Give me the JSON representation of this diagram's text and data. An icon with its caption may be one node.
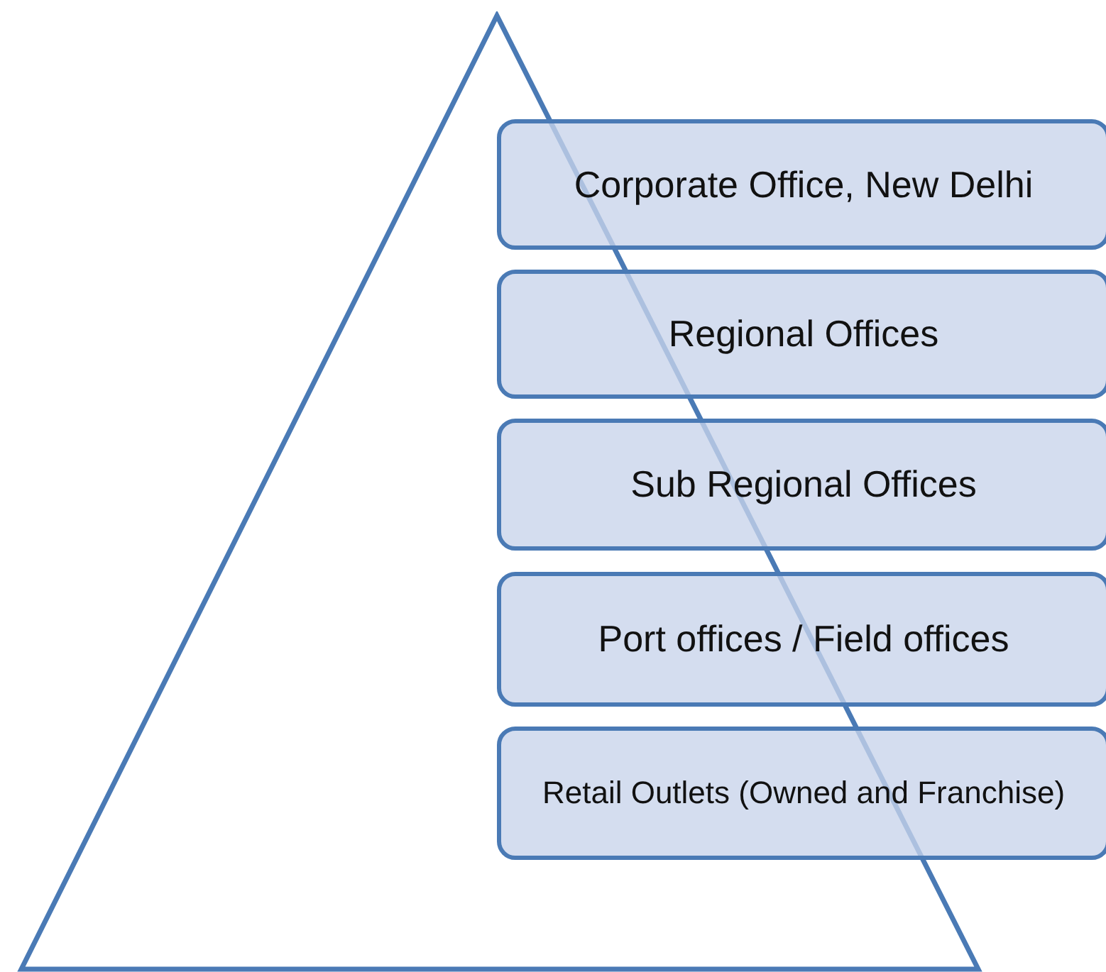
{
  "diagram": {
    "nodes": [
      {
        "text": [],
        "shape": "triangle"
      },
      {
        "text": [
          "Corporate Office, New Delhi"
        ]
      },
      {
        "text": [
          "Regional Offices"
        ]
      },
      {
        "text": [
          "Sub Regional Offices"
        ]
      },
      {
        "text": [
          "Port offices / Field offices"
        ]
      },
      {
        "text": [
          "Retail Outlets (Owned and Franchise)"
        ]
      }
    ],
    "edges": []
  }
}
